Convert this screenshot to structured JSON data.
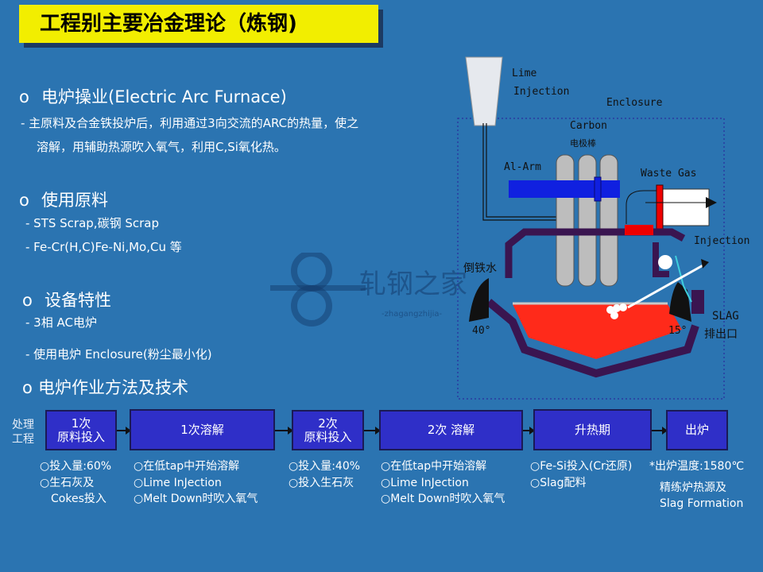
{
  "title": "工程别主要冶金理论（炼钢)",
  "sections": [
    {
      "bullet": "o",
      "heading": "电炉操业(Electric Arc Furnace)",
      "lines": [
        "- 主原料及合金铁投炉后，利用通过3向交流的ARC的热量，使之",
        "溶解，用辅助热源吹入氧气，利用C,Si氧化热。"
      ]
    },
    {
      "bullet": "o",
      "heading": "使用原料",
      "lines": [
        "- STS Scrap,碳钢 Scrap",
        "- Fe-Cr(H,C)Fe-Ni,Mo,Cu 等"
      ]
    },
    {
      "bullet": "o",
      "heading": "设备特性",
      "lines": [
        "- 3相 AC电炉",
        "- 使用电炉 Enclosure(粉尘最小化)"
      ]
    },
    {
      "bullet": "o",
      "heading": "电炉作业方法及技术",
      "lines": []
    }
  ],
  "flow": {
    "row_label": [
      "处理",
      "工程"
    ],
    "steps": [
      {
        "label": [
          "1次",
          "原料投入"
        ],
        "notes": [
          "○投入量:60%",
          "○生石灰及",
          "  Cokes投入"
        ]
      },
      {
        "label": [
          "1次溶解"
        ],
        "notes": [
          "○在低tap中开始溶解",
          "○Lime InJection",
          "○Melt Down时吹入氧气"
        ]
      },
      {
        "label": [
          "2次",
          "原料投入"
        ],
        "notes": [
          "○投入量:40%",
          "○投入生石灰"
        ]
      },
      {
        "label": [
          "2次 溶解"
        ],
        "notes": [
          "○在低tap中开始溶解",
          "○Lime InJection",
          "○Melt Down时吹入氧气"
        ]
      },
      {
        "label": [
          "升热期"
        ],
        "notes": [
          "○Fe-Si投入(Cr还原)",
          "○Slag配料"
        ]
      },
      {
        "label": [
          "出炉"
        ],
        "notes": [
          "*出炉温度:1580℃",
          "精练炉热源及",
          "Slag Formation"
        ]
      }
    ]
  },
  "diagram": {
    "lime": "Lime",
    "injection_top": "Injection",
    "enclosure": "Enclosure",
    "carbon": "Carbon",
    "electrode": "电极棒",
    "al_arm": "Al-Arm",
    "waste_gas": "Waste Gas",
    "injection_right": "Injection",
    "tapping": "倒铁水",
    "angle_left": "40°",
    "angle_right": "15°",
    "slag": "SLAG",
    "slag_outlet": "排出口"
  },
  "watermark": {
    "text": "轧钢之家",
    "sub": "-zhagangzhijia-"
  },
  "colors": {
    "background": "#2b74b1",
    "title_bg": "#f2ee00",
    "box": "#2f2fc8",
    "melt": "#ff2a1a",
    "shell": "#3a1550",
    "arm": "#1020e0"
  }
}
